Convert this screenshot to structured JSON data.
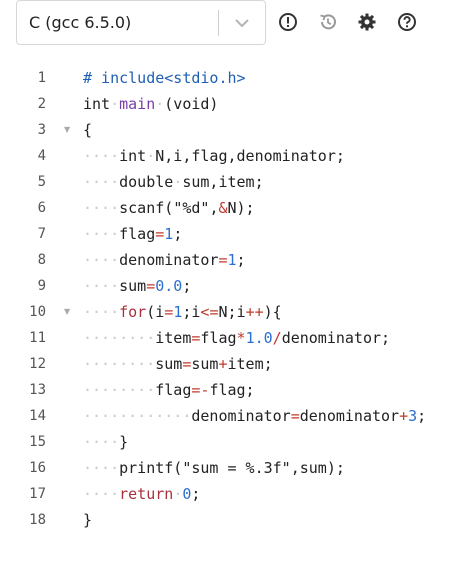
{
  "toolbar": {
    "language": "C (gcc 6.5.0)",
    "icons": [
      "chevron-down-icon",
      "alert-circle-icon",
      "history-icon",
      "gear-icon",
      "help-circle-icon"
    ]
  },
  "editor": {
    "lines": [
      {
        "n": "1",
        "text": "# include<stdio.h>"
      },
      {
        "n": "2",
        "text": "int main (void)"
      },
      {
        "n": "3",
        "text": "{",
        "fold": true
      },
      {
        "n": "4",
        "text": "    int N,i,flag,denominator;"
      },
      {
        "n": "5",
        "text": "    double sum,item;"
      },
      {
        "n": "6",
        "text": "    scanf(\"%d\",&N);"
      },
      {
        "n": "7",
        "text": "    flag=1;"
      },
      {
        "n": "8",
        "text": "    denominator=1;"
      },
      {
        "n": "9",
        "text": "    sum=0.0;"
      },
      {
        "n": "10",
        "text": "    for(i=1;i<=N;i++){",
        "fold": true
      },
      {
        "n": "11",
        "text": "        item=flag*1.0/denominator;"
      },
      {
        "n": "12",
        "text": "        sum=sum+item;"
      },
      {
        "n": "13",
        "text": "        flag=-flag;"
      },
      {
        "n": "14",
        "text": "            denominator=denominator+3;"
      },
      {
        "n": "15",
        "text": "    }"
      },
      {
        "n": "16",
        "text": "    printf(\"sum = %.3f\",sum);"
      },
      {
        "n": "17",
        "text": "    return 0;"
      },
      {
        "n": "18",
        "text": "}"
      }
    ]
  }
}
